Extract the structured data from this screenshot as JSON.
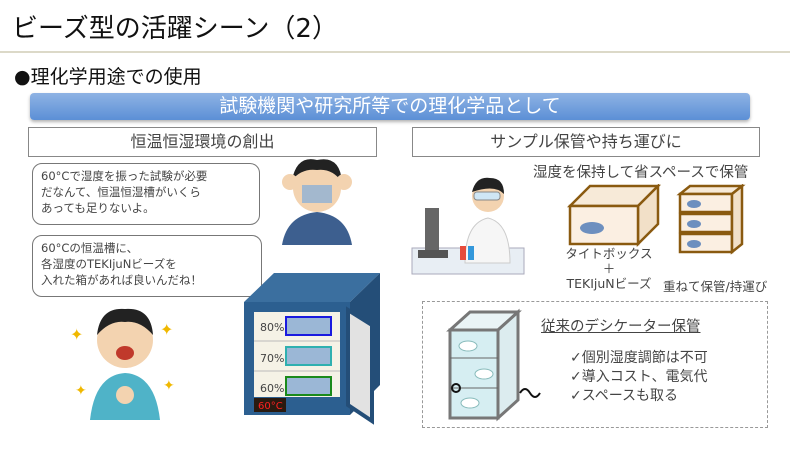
{
  "title": "ビーズ型の活躍シーン（2）",
  "subtitle": "●理化学用途での使用",
  "banner": "試験機関や研究所等での理化学品として",
  "left": {
    "header": "恒温恒湿環境の創出",
    "bubble1": [
      "60°Cで湿度を振った試験が必要",
      "だなんて、恒温恒湿槽がいくら",
      "あっても足りないよ。"
    ],
    "bubble2": [
      "60°Cの恒温槽に、",
      "各湿度のTEKIjuNビーズを",
      "入れた箱があれば良いんだね！"
    ],
    "chamber": {
      "levels": [
        "80%",
        "70%",
        "60%"
      ],
      "display": "60°C",
      "colors": [
        "#1a1adf",
        "#2fb0b0",
        "#1a8a1a"
      ]
    }
  },
  "right": {
    "header": "サンプル保管や持ち運びに",
    "caption": "湿度を保持して省スペースで保管",
    "box_label": [
      "タイトボックス",
      "＋",
      "TEKIjuNビーズ"
    ],
    "stack_label": "重ねて保管/持運び",
    "desiccator": {
      "title": "従来のデシケーター保管",
      "points": [
        "✓個別湿度調節は不可",
        "✓導入コスト、電気代",
        "✓スペースも取る"
      ]
    }
  }
}
